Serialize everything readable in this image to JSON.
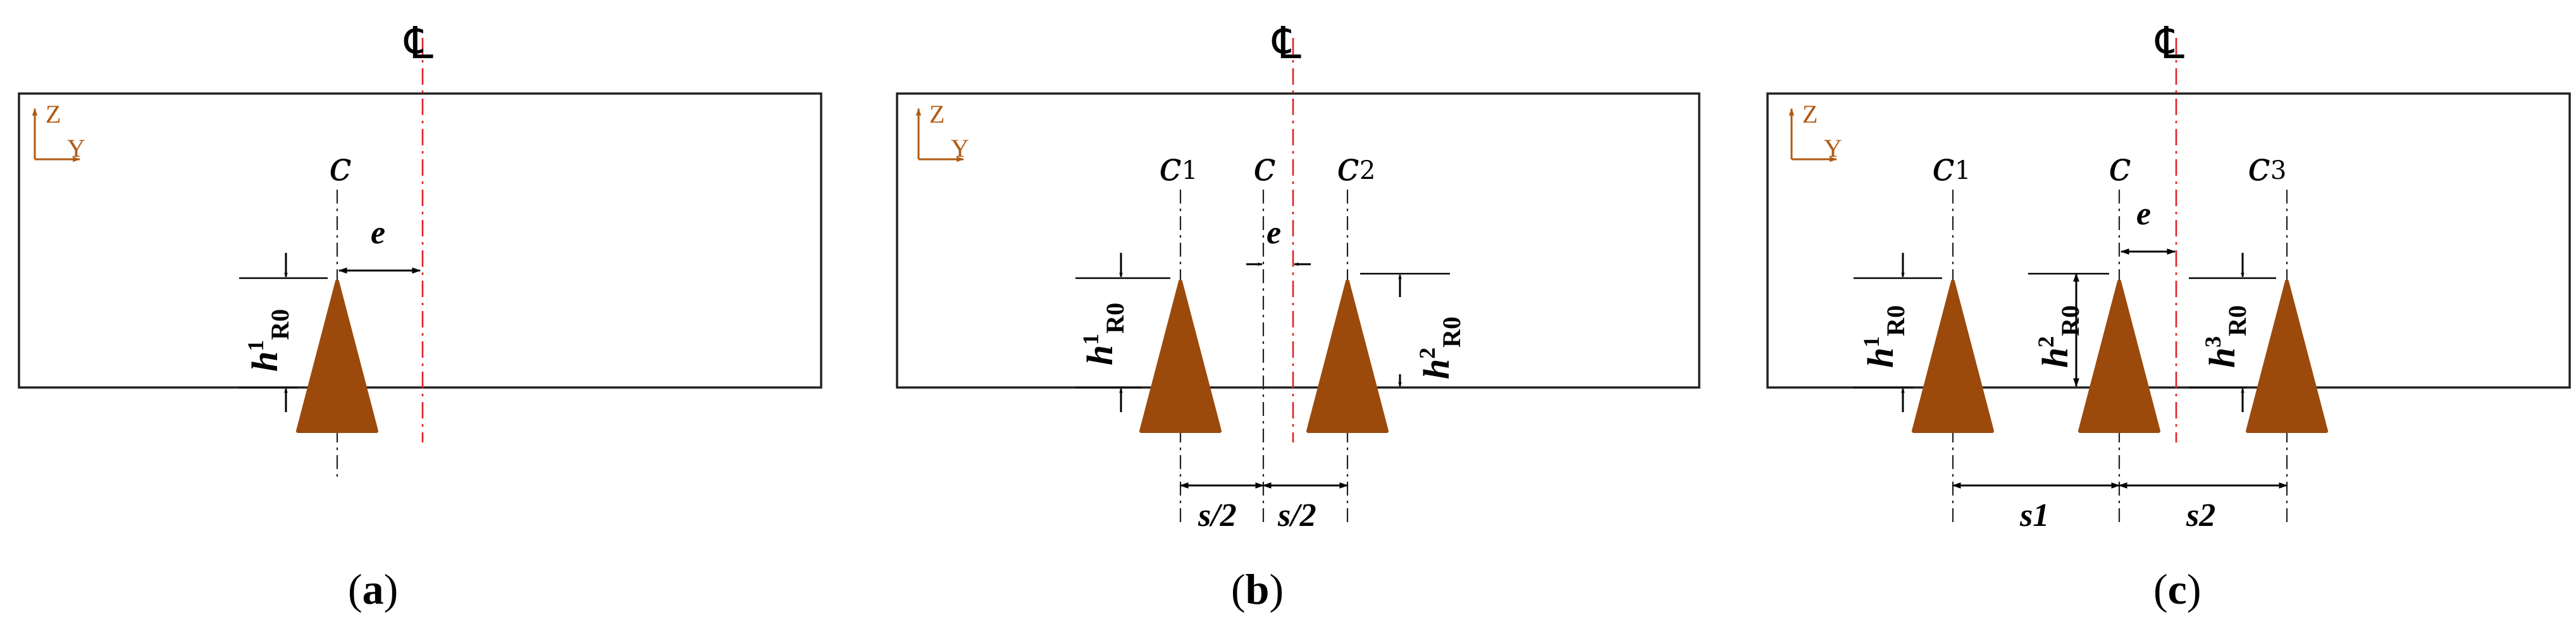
{
  "centerline_symbol": "℄",
  "axis": {
    "z": "Z",
    "y": "Y"
  },
  "centroid": "c",
  "c1": {
    "base": "c",
    "sub": "1"
  },
  "c2": {
    "base": "c",
    "sub": "2"
  },
  "c3": {
    "base": "c",
    "sub": "3"
  },
  "eccentricity": "e",
  "h1": {
    "base": "h",
    "sup": "1",
    "sub": "R0"
  },
  "h2": {
    "base": "h",
    "sup": "2",
    "sub": "R0"
  },
  "h3": {
    "base": "h",
    "sup": "3",
    "sub": "R0"
  },
  "half_spacing": "s/2",
  "s1": "s1",
  "s2": "s2",
  "captions": {
    "a": {
      "open": "(",
      "letter": "a",
      "close": ")"
    },
    "b": {
      "open": "(",
      "letter": "b",
      "close": ")"
    },
    "c": {
      "open": "(",
      "letter": "c",
      "close": ")"
    }
  },
  "colors": {
    "tooth": "#9b4a0c",
    "centerline": "#e0202a",
    "axis": "#b15a12"
  }
}
